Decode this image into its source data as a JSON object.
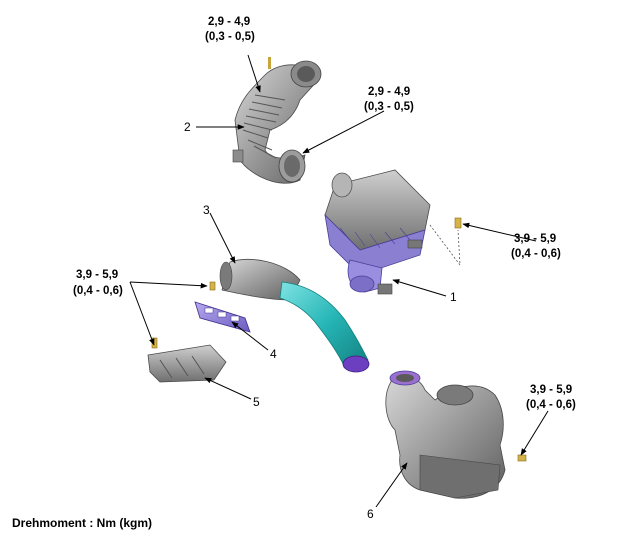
{
  "parts": [
    {
      "number": "1"
    },
    {
      "number": "2"
    },
    {
      "number": "3"
    },
    {
      "number": "4"
    },
    {
      "number": "5"
    },
    {
      "number": "6"
    }
  ],
  "torques": [
    {
      "nm": "2,9 - 4,9",
      "kgm": "(0,3 - 0,5)"
    },
    {
      "nm": "2,9 - 4,9",
      "kgm": "(0,3 - 0,5)"
    },
    {
      "nm": "3,9 - 5,9",
      "kgm": "(0,4 - 0,6)"
    },
    {
      "nm": "3,9 - 5,9",
      "kgm": "(0,4 - 0,6)"
    },
    {
      "nm": "3,9 - 5,9",
      "kgm": "(0,4 - 0,6)"
    }
  ],
  "footer": {
    "text": "Drehmoment : Nm (kgm)"
  },
  "colors": {
    "metal": "#9a9a9a",
    "metal_dark": "#5e5e5e",
    "hose": "#27b6b6",
    "gasket": "#7b4fd0",
    "box_underside": "#8a7fd0"
  }
}
